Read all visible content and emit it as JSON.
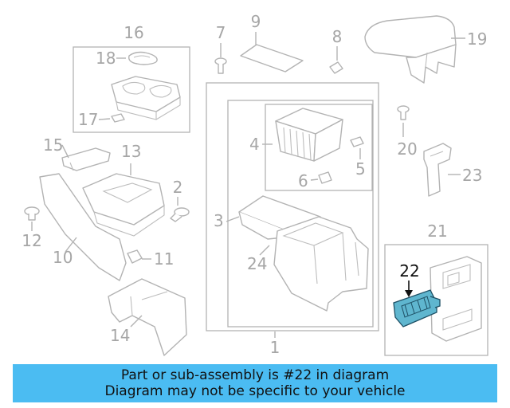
{
  "callouts": {
    "c1": "1",
    "c2": "2",
    "c3": "3",
    "c4": "4",
    "c5": "5",
    "c6": "6",
    "c7": "7",
    "c8": "8",
    "c9": "9",
    "c10": "10",
    "c11": "11",
    "c12": "12",
    "c13": "13",
    "c14": "14",
    "c15": "15",
    "c16": "16",
    "c17": "17",
    "c18": "18",
    "c19": "19",
    "c20": "20",
    "c21": "21",
    "c22": "22",
    "c23": "23",
    "c24": "24"
  },
  "highlighted_part": "22",
  "colors": {
    "highlight_fill": "#5fb6cf",
    "banner": "#4bbcf2",
    "line_gray": "#b3b3b3"
  },
  "banner": {
    "line1": "Part or sub-assembly is #22 in diagram",
    "line2": "Diagram may not be specific to your vehicle"
  }
}
